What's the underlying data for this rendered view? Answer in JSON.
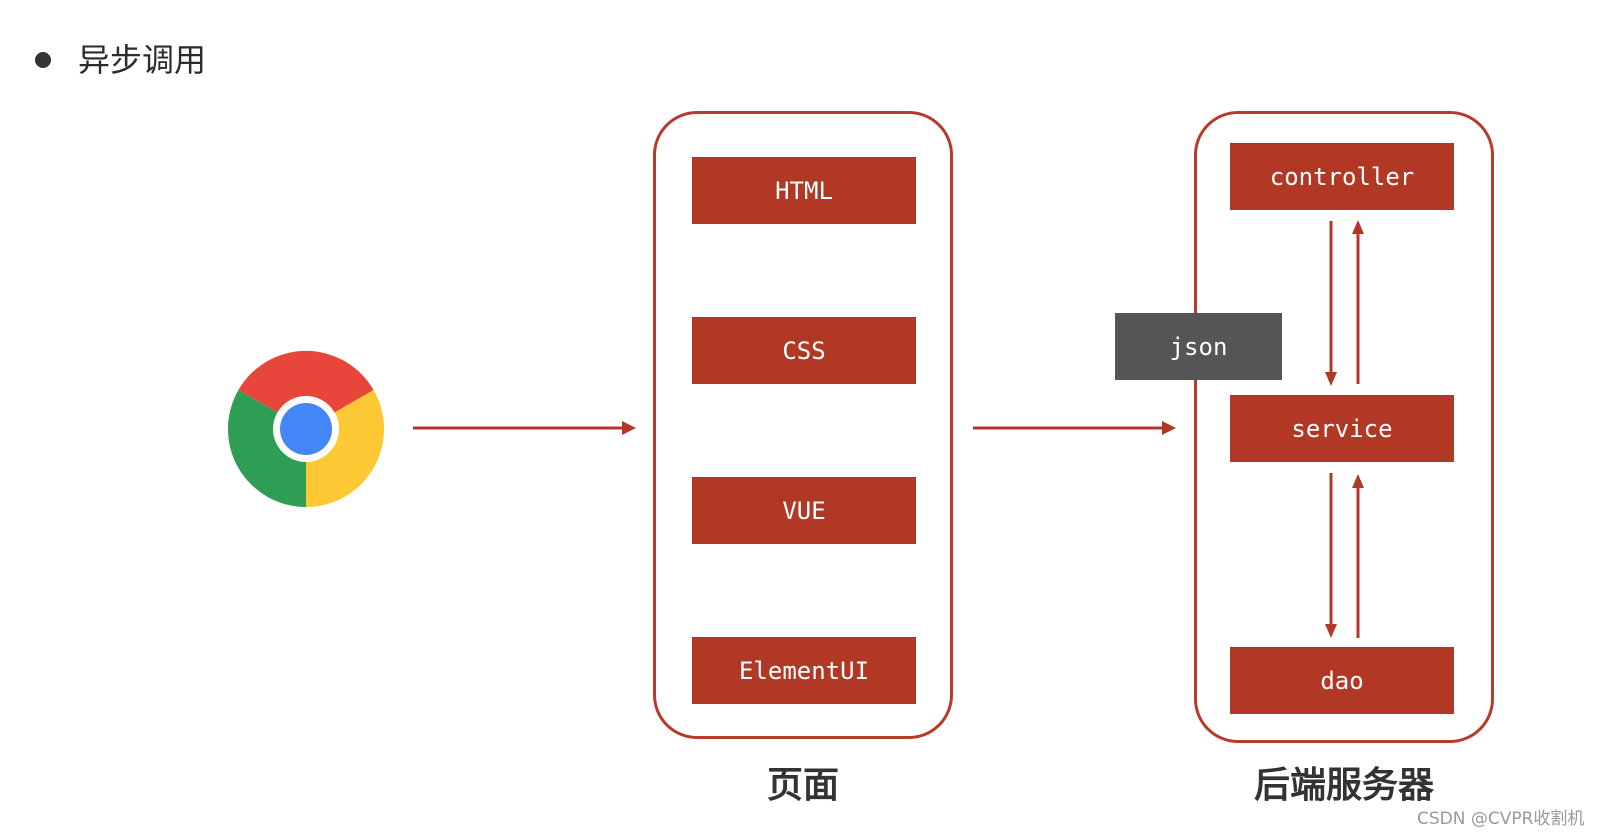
{
  "heading": {
    "title": "异步调用"
  },
  "browser": {
    "icon": "chrome-browser-icon"
  },
  "page_frame": {
    "items": [
      "HTML",
      "CSS",
      "VUE",
      "ElementUI"
    ],
    "caption": "页面"
  },
  "server_frame": {
    "items": [
      "controller",
      "service",
      "dao"
    ],
    "caption": "后端服务器"
  },
  "json_label": "json",
  "watermark": "CSDN @CVPR收割机",
  "colors": {
    "accent": "#b23826",
    "frame_border": "#b73a2a",
    "json_box": "#555555",
    "text_dark": "#333333"
  }
}
